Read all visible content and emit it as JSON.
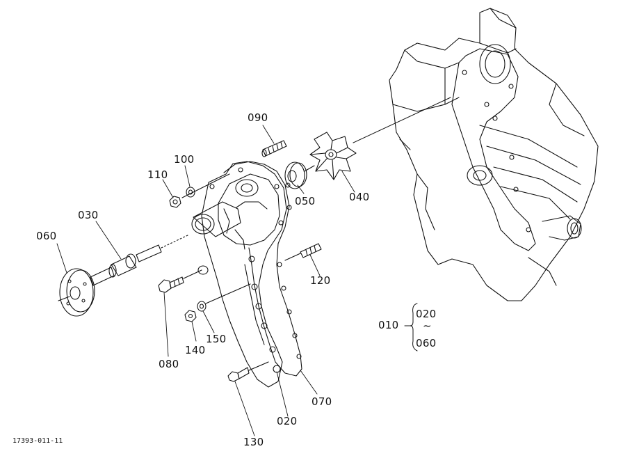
{
  "callouts": {
    "c090": "090",
    "c100": "100",
    "c110": "110",
    "c030": "030",
    "c060": "060",
    "c050": "050",
    "c040": "040",
    "c120": "120",
    "c080": "080",
    "c140": "140",
    "c150": "150",
    "c130": "130",
    "c020": "020",
    "c070": "070"
  },
  "assembly_note": {
    "parent": "010",
    "range_start": "020",
    "range_sep": "~",
    "range_end": "060"
  },
  "drawing_number": "17393-011-11",
  "colors": {
    "ink": "#111111",
    "background": "#ffffff"
  }
}
